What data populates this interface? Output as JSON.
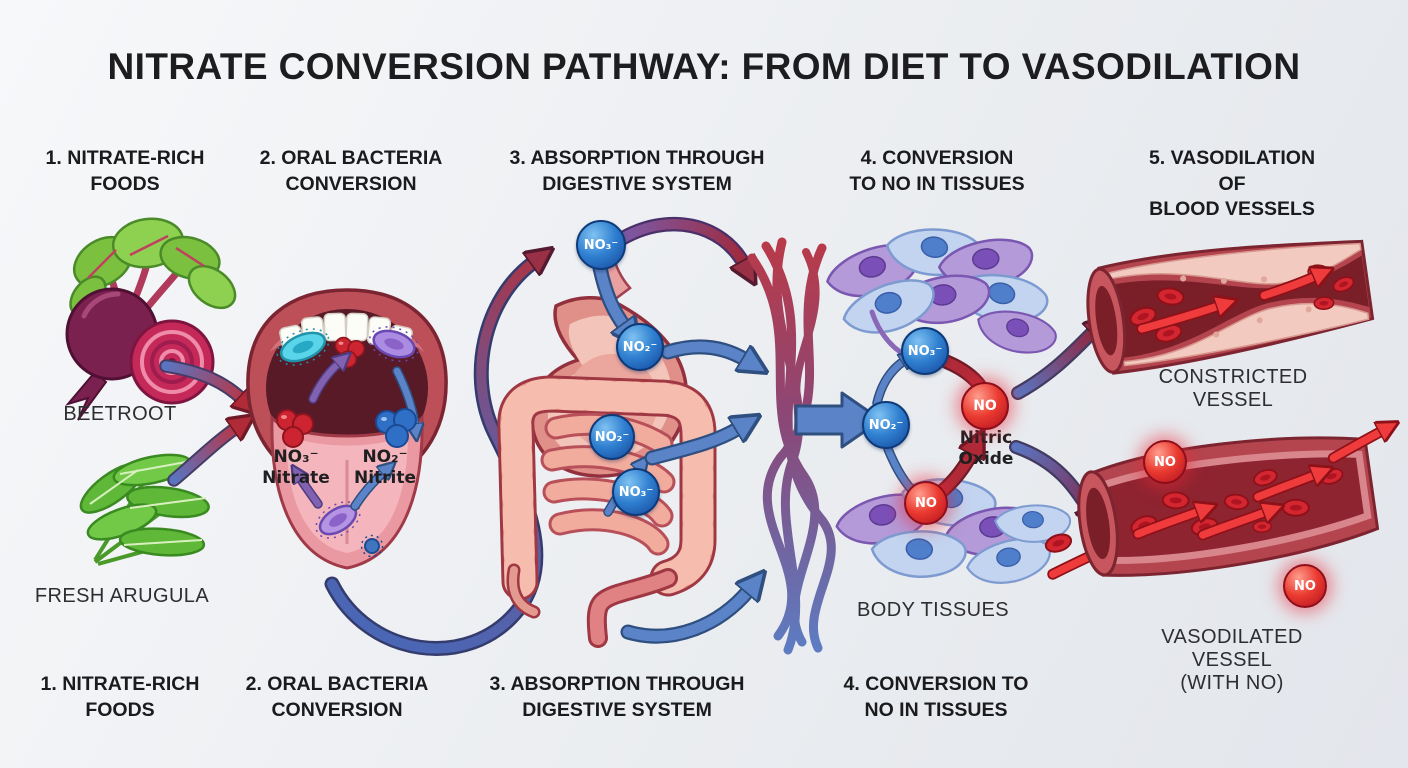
{
  "title": "NITRATE CONVERSION PATHWAY: FROM DIET TO VASODILATION",
  "steps_top": [
    {
      "label": "1. NITRATE-RICH\nFOODS"
    },
    {
      "label": "2. ORAL BACTERIA\nCONVERSION"
    },
    {
      "label": "3. ABSORPTION THROUGH\nDIGESTIVE SYSTEM"
    },
    {
      "label": "4. CONVERSION\nTO NO IN TISSUES"
    },
    {
      "label": "5. VASODILATION OF\nBLOOD VESSELS"
    }
  ],
  "steps_bottom": [
    {
      "label": "1. NITRATE-RICH\nFOODS"
    },
    {
      "label": "2. ORAL BACTERIA\nCONVERSION"
    },
    {
      "label": "3. ABSORPTION THROUGH\nDIGESTIVE SYSTEM"
    },
    {
      "label": "4. CONVERSION TO\nNO IN TISSUES"
    }
  ],
  "foods": {
    "beetroot": "BEETROOT",
    "arugula": "FRESH ARUGULA"
  },
  "mouth": {
    "nitrate": "NO₃⁻\nNitrate",
    "nitrite": "NO₂⁻\nNitrite"
  },
  "digestive": {
    "esophagus_molecule": "NO₃⁻",
    "stomach_molecule": "NO₂⁻",
    "intestine_molecule_1": "NO₂⁻",
    "intestine_molecule_2": "NO₃⁻"
  },
  "tissues": {
    "no2": "NO₂⁻",
    "no3": "NO₃⁻",
    "no_mid": "NO",
    "no_low": "NO",
    "nitric_oxide": "Nitric\nOxide",
    "body_tissues": "BODY TISSUES"
  },
  "vessels": {
    "constricted": "CONSTRICTED VESSEL",
    "vasodilated": "VASODILATED VESSEL\n(WITH NO)",
    "no_top": "NO",
    "no_bottom": "NO"
  },
  "colors": {
    "background": "#eef0f3",
    "molecule_blue": "#2f7fd0",
    "nitric_oxide_red": "#e0242e",
    "arrow_blue": "#5b84c8",
    "arrow_red": "#b02a38",
    "title_text": "#1d1d1f"
  }
}
